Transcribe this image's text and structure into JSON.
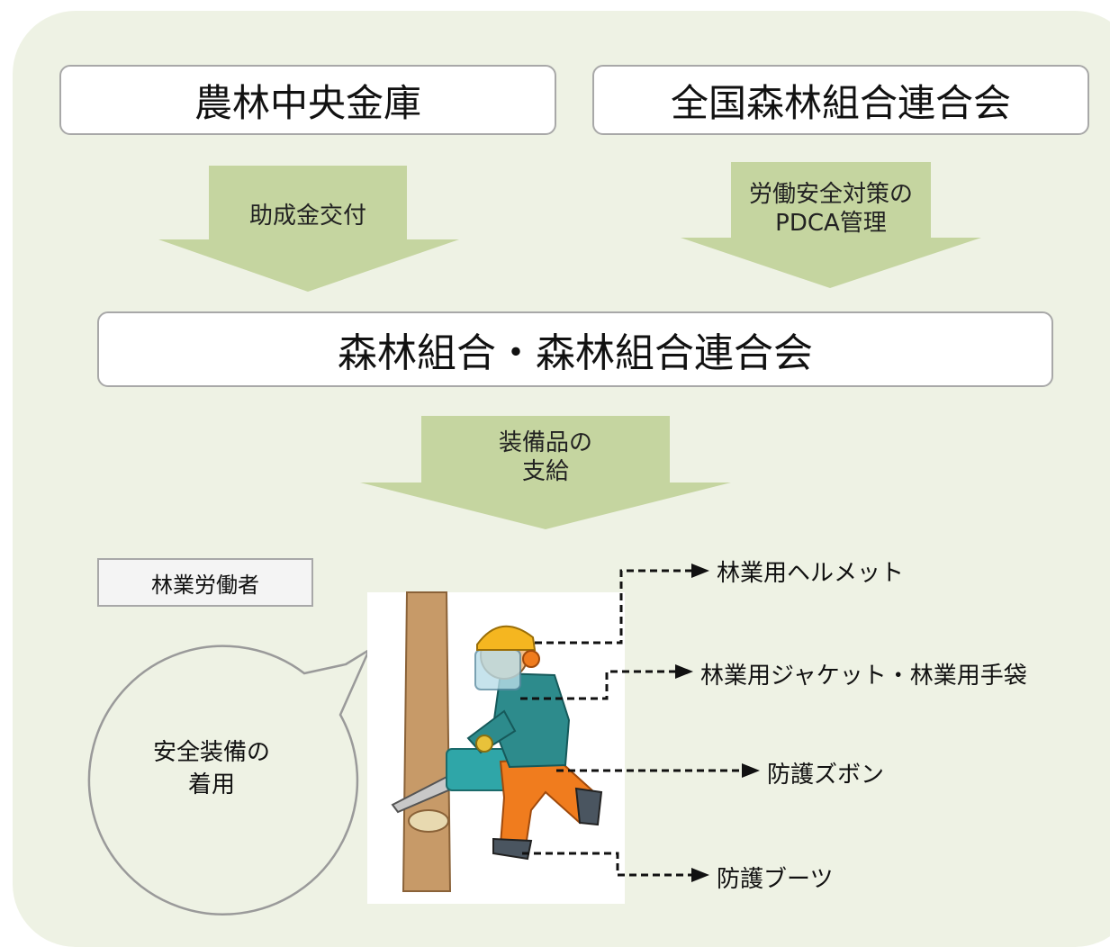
{
  "top_left_box": "農林中央金庫",
  "top_right_box": "全国森林組合連合会",
  "arrow_left_label": "助成金交付",
  "arrow_right_label_line1": "労働安全対策の",
  "arrow_right_label_line2": "PDCA管理",
  "middle_box": "森林組合・森林組合連合会",
  "arrow_center_label_line1": "装備品の",
  "arrow_center_label_line2": "支給",
  "worker_label": "林業労働者",
  "bubble_line1": "安全装備の",
  "bubble_line2": "着用",
  "callouts": {
    "helmet": "林業用ヘルメット",
    "jacket": "林業用ジャケット・林業用手袋",
    "trousers": "防護ズボン",
    "boots": "防護ブーツ"
  },
  "colors": {
    "panel_bg": "#eef2e4",
    "arrow_fill": "#c5d5a0",
    "box_border": "#a8a8a8"
  }
}
